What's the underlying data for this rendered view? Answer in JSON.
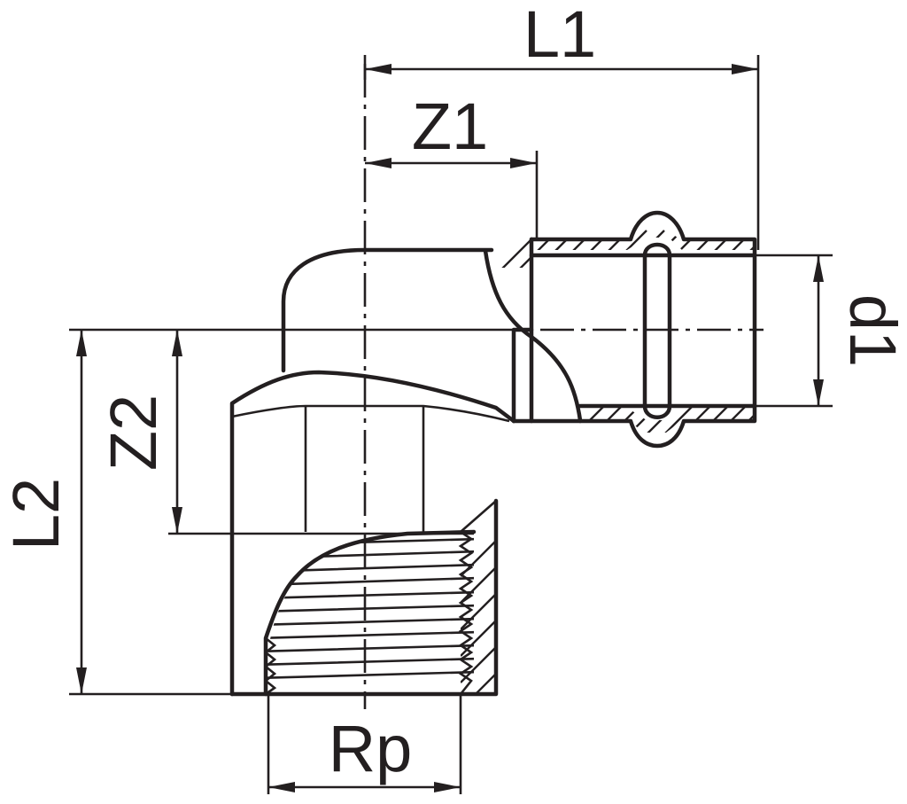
{
  "labels": {
    "L1": "L1",
    "Z1": "Z1",
    "L2": "L2",
    "Z2": "Z2",
    "d1": "d1",
    "Rp": "Rp"
  },
  "colors": {
    "line": "#231f20",
    "background": "#ffffff"
  }
}
